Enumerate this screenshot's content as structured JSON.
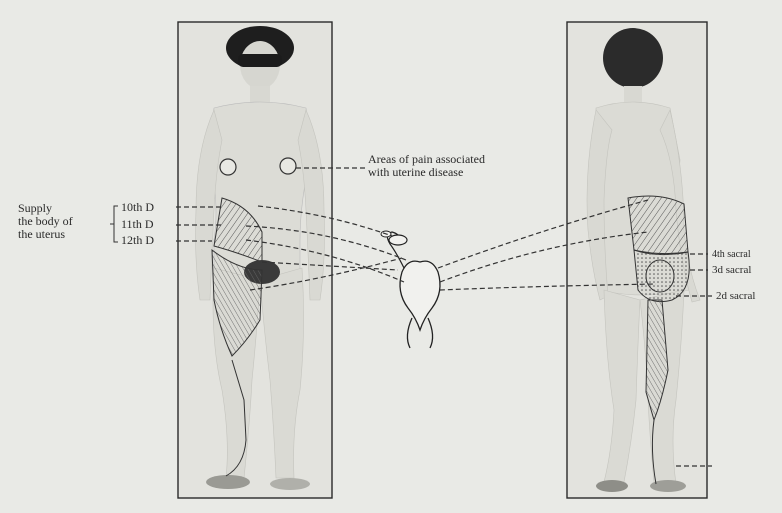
{
  "left_labels": {
    "supply_line1": "Supply",
    "supply_line2": "the body of",
    "supply_line3": "the uterus",
    "d10": "10th D",
    "d11": "11th D",
    "d12": "12th D"
  },
  "pain_note": {
    "line1": "Areas of pain associated",
    "line2": "with uterine disease"
  },
  "right_labels": {
    "s4": "4th sacral",
    "s3": "3d sacral",
    "s2": "2d sacral"
  },
  "colors": {
    "background": "#e9eae6",
    "frame": "#2a2a2a",
    "body_fill": "#dfdfda",
    "shading": "#555555"
  }
}
